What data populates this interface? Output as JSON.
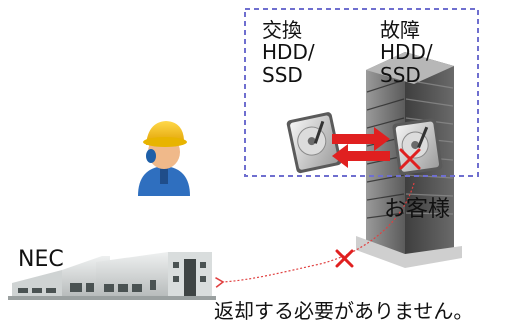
{
  "labels": {
    "replacement": [
      "交換",
      "HDD/",
      "SSD"
    ],
    "failed": [
      "故障",
      "HDD/",
      "SSD"
    ],
    "customer": "お客様",
    "vendor": "NEC",
    "note": "返却する必要がありません。"
  },
  "colors": {
    "dashed_box": "#6f6fcf",
    "arrow": "#e02020",
    "cross": "#e02020",
    "dotted_line": "#e04040"
  },
  "icons": [
    "worker-icon",
    "server-building-icon",
    "hard-drive-icon",
    "factory-icon"
  ]
}
